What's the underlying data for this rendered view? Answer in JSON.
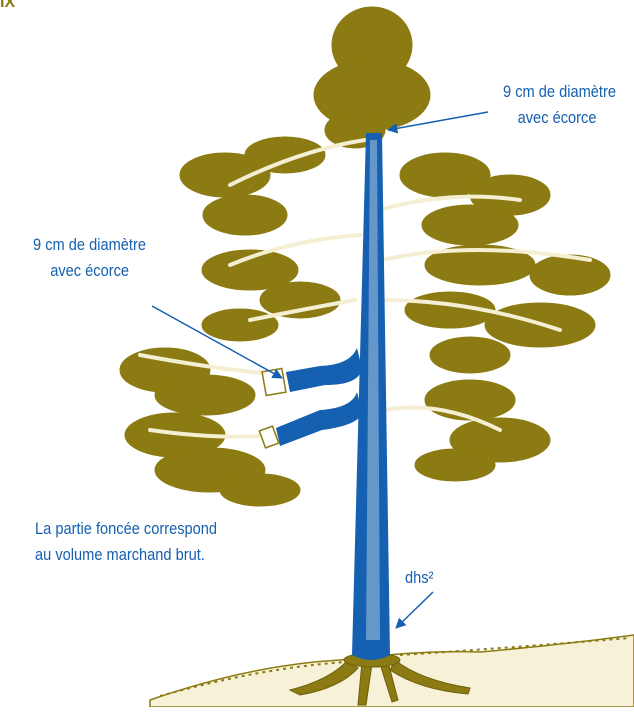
{
  "corner_fragment": "IX",
  "annotations": {
    "top_branch_label": {
      "line1": "9 cm de diamètre",
      "line2": "avec écorce"
    },
    "side_branch_label": {
      "line1": "9 cm de diamètre",
      "line2": "avec écorce"
    },
    "volume_note": {
      "line1": "La partie foncée correspond",
      "line2": "au volume marchand brut."
    },
    "stump_label": "dhs²"
  },
  "colors": {
    "foliage": "#8c7a12",
    "merchantable_stem": "#1560b0",
    "annotation_text": "#1560b0",
    "background": "#ffffff"
  }
}
